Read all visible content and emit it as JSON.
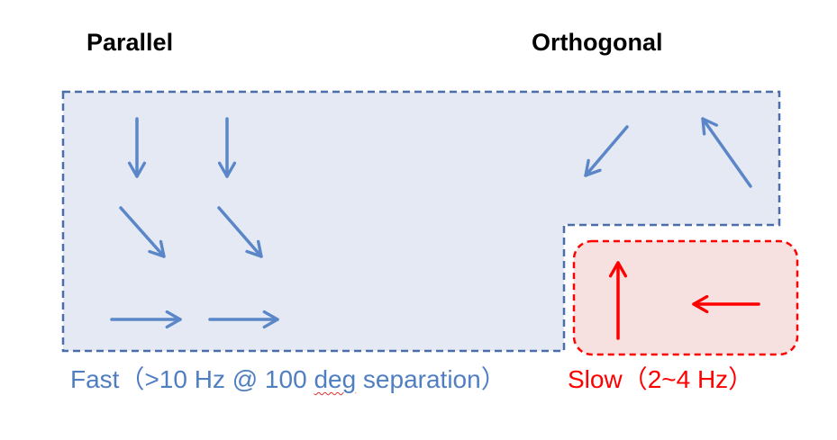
{
  "titles": {
    "parallel": "Parallel",
    "orthogonal": "Orthogonal"
  },
  "captions": {
    "fast_before": "Fast（>10 Hz @ 100 ",
    "fast_misspelled": "deg",
    "fast_after": " separation）",
    "slow": "Slow（2~4 Hz）"
  },
  "colors": {
    "fast_region_fill": "#e4e9f3",
    "fast_region_border": "#4a6ea9",
    "fast_arrow": "#5b87c8",
    "fast_text": "#4f7fc1",
    "slow_region_fill": "#f6e0e0",
    "slow_region_border": "#ff0000",
    "slow_arrow": "#ff0000",
    "slow_text": "#ff0000",
    "spellcheck_underline": "#e03030"
  },
  "icons": {
    "fast_arrows": [
      "arrow-down-icon",
      "arrow-down-right-icon",
      "arrow-right-icon",
      "arrow-down-left-icon",
      "arrow-up-left-icon"
    ],
    "slow_arrows": [
      "arrow-up-icon",
      "arrow-left-icon"
    ]
  }
}
